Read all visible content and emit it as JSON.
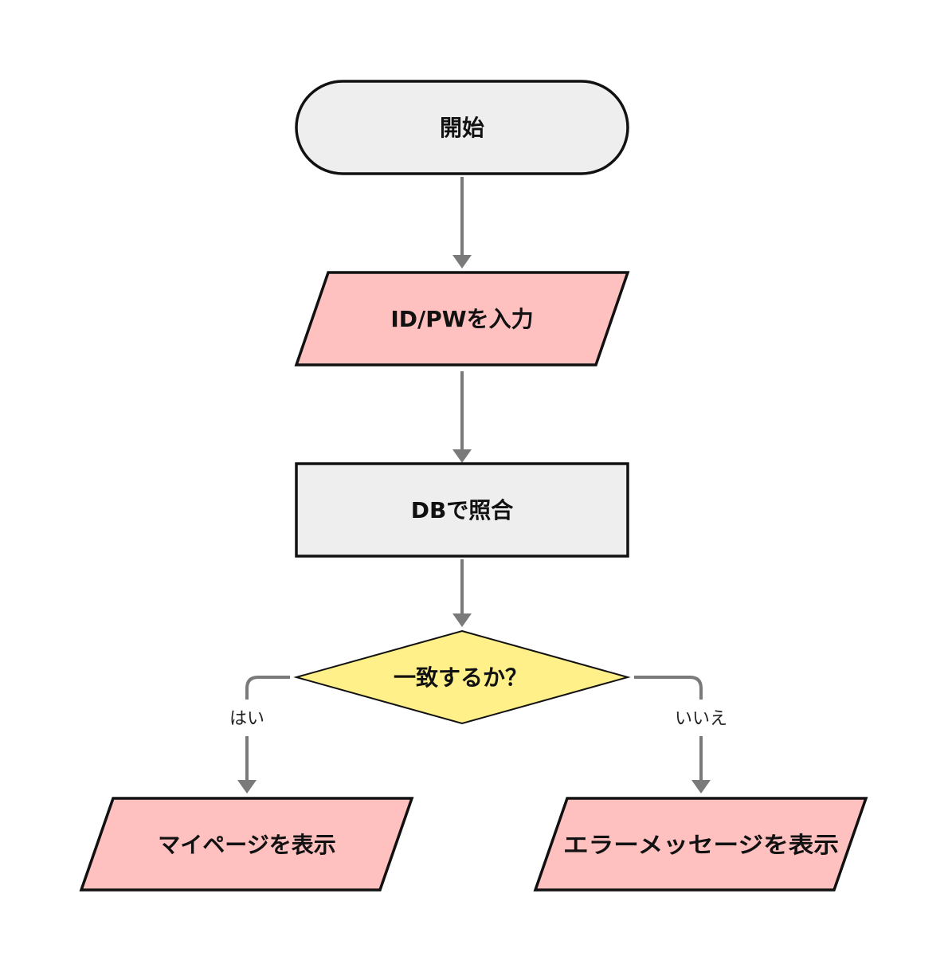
{
  "flowchart": {
    "nodes": {
      "start": {
        "label": "開始",
        "fill": "#eeeeee"
      },
      "input": {
        "label": "ID/PWを入力",
        "fill": "#ffc0c0"
      },
      "db_check": {
        "label": "DBで照合",
        "fill": "#eeeeee"
      },
      "decision": {
        "label": "一致するか？",
        "fill": "#fff08a"
      },
      "mypage": {
        "label": "マイページを表示",
        "fill": "#ffc0c0"
      },
      "error": {
        "label": "エラーメッセージを表示",
        "fill": "#ffc0c0"
      }
    },
    "edges": {
      "yes": {
        "label": "はい"
      },
      "no": {
        "label": "いいえ"
      }
    },
    "colors": {
      "stroke": "#111111",
      "edge": "#7a7a7a"
    }
  }
}
